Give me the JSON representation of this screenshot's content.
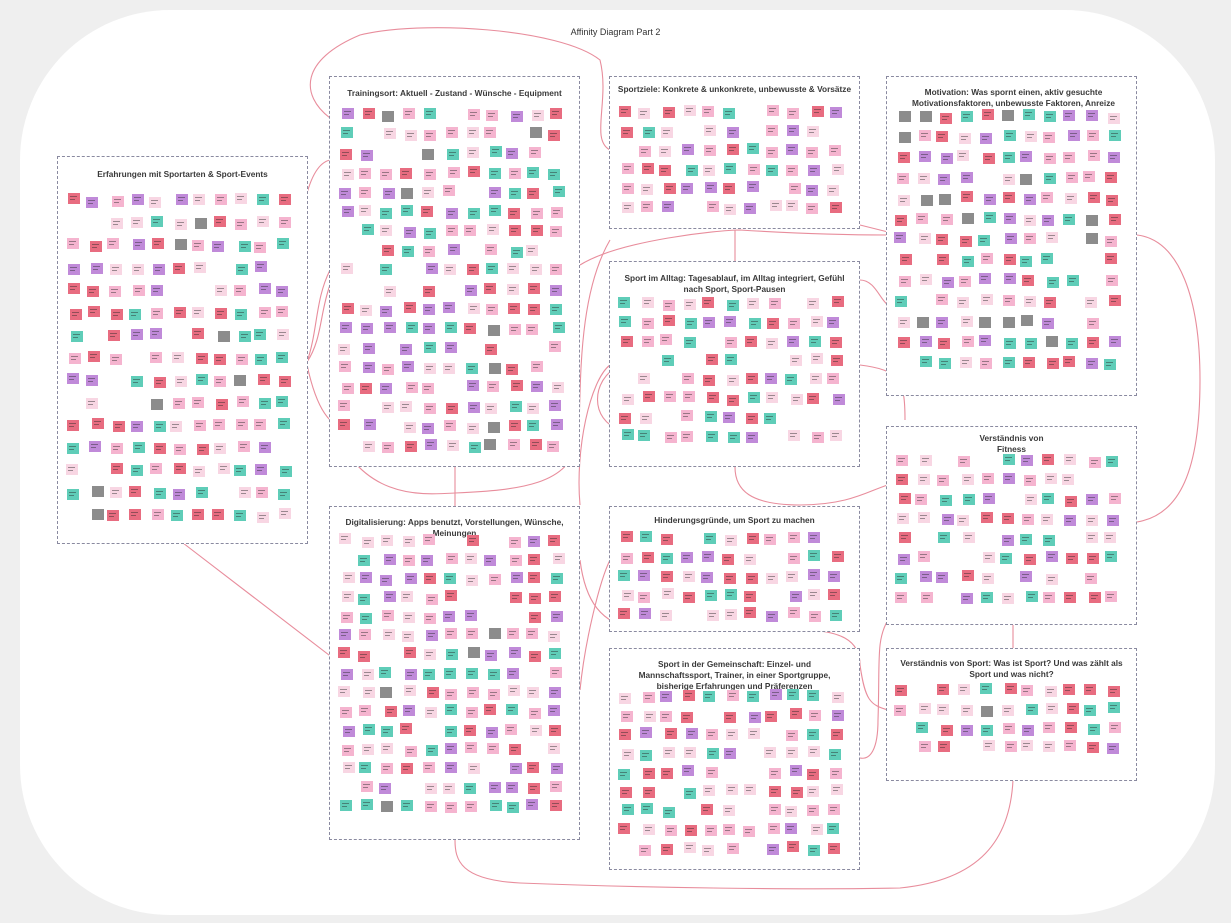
{
  "diagram": {
    "title": "Affinity Diagram Part 2",
    "colors": {
      "canvas": "#efefef",
      "board": "#ffffff",
      "connector": "#e88d9c",
      "cluster_border": "#8a8aa0",
      "note_pink": "#f5b4cf",
      "note_red": "#e86c80",
      "note_purple": "#c08ad9",
      "note_teal": "#5fcdb8",
      "note_light": "#f8d6e3"
    },
    "clusters": [
      {
        "id": "erfahrungen",
        "title": "Erfahrungen mit Sportarten & Sport-Events"
      },
      {
        "id": "trainingsort",
        "title": "Trainingsort: Aktuell - Zustand - Wünsche - Equipment"
      },
      {
        "id": "sportziele",
        "title": "Sportziele: Konkrete & unkonkrete, unbewusste & Vorsätze"
      },
      {
        "id": "motivation",
        "title": "Motivation: Was spornt einen, aktiv gesuchte Motivationsfaktoren, unbewusste Faktoren, Anreize"
      },
      {
        "id": "alltag",
        "title": "Sport im Alltag: Tagesablauf, im Alltag integriert, Gefühl nach Sport, Sport-Pausen"
      },
      {
        "id": "fitness",
        "title": "Verständnis von Fitness"
      },
      {
        "id": "digitalisierung",
        "title": "Digitalisierung: Apps benutzt, Vorstellungen, Wünsche, Meinungen"
      },
      {
        "id": "hinderung",
        "title": "Hinderungsgründe, um Sport zu machen"
      },
      {
        "id": "gemeinschaft",
        "title": "Sport in der Gemeinschaft: Einzel- und Mannschaftssport, Trainer, in einer Sportgruppe, bisherige Erfahrungen und Präferenzen"
      },
      {
        "id": "verstaendnis-sport",
        "title": "Verständnis von Sport: Was ist Sport? Und was zählt als Sport und was nicht?"
      }
    ]
  }
}
